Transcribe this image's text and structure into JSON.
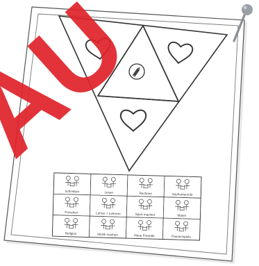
{
  "colors": {
    "paper": "#ffffff",
    "outline": "#333333",
    "watermark": "#e0222a",
    "pin_head": "#9aa0a6",
    "pin_shaft": "#8a8f95"
  },
  "watermark": {
    "text": "AU"
  },
  "triangle": {
    "sections": [
      {
        "id": "top-left",
        "icon": "heart-icon"
      },
      {
        "id": "top-right",
        "icon": "heart-icon"
      },
      {
        "id": "center",
        "icon": "pencil-icon"
      },
      {
        "id": "bottom",
        "icon": "heart-icon"
      }
    ]
  },
  "picto_grid": {
    "tiles": [
      {
        "label": "Schreiben",
        "icon": "writing-icon"
      },
      {
        "label": "Lesen",
        "icon": "reading-icon"
      },
      {
        "label": "Rechnen",
        "icon": "math-icon"
      },
      {
        "label": "Sachunterricht",
        "icon": "science-icon"
      },
      {
        "label": "Forschen",
        "icon": "research-icon"
      },
      {
        "label": "Lehrer + Lehrerin",
        "icon": "teachers-icon"
      },
      {
        "label": "Sport machen",
        "icon": "sport-icon"
      },
      {
        "label": "Malen",
        "icon": "painting-icon"
      },
      {
        "label": "Religion",
        "icon": "religion-icon"
      },
      {
        "label": "Musik machen",
        "icon": "music-icon"
      },
      {
        "label": "Neue Freunde",
        "icon": "friends-icon"
      },
      {
        "label": "Pausenspiele",
        "icon": "recess-icon"
      }
    ]
  }
}
